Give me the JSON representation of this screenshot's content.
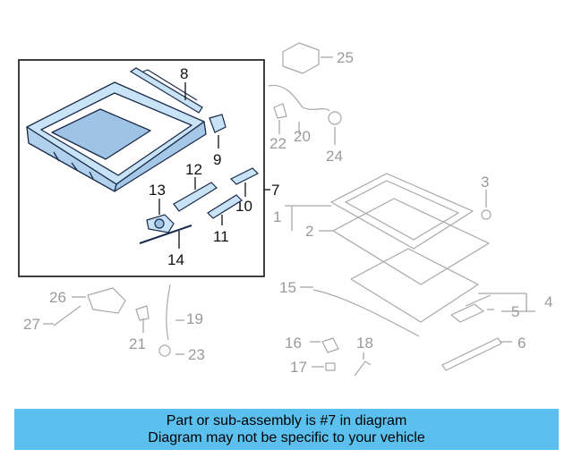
{
  "callouts": {
    "c1": "1",
    "c2": "2",
    "c3": "3",
    "c4": "4",
    "c5": "5",
    "c6": "6",
    "c7": "7",
    "c8": "8",
    "c9": "9",
    "c10": "10",
    "c11": "11",
    "c12": "12",
    "c13": "13",
    "c14": "14",
    "c15": "15",
    "c16": "16",
    "c17": "17",
    "c18": "18",
    "c19": "19",
    "c20": "20",
    "c21": "21",
    "c22": "22",
    "c23": "23",
    "c24": "24",
    "c25": "25",
    "c26": "26",
    "c27": "27"
  },
  "banner": {
    "line1": "Part or sub-assembly is #7 in diagram",
    "line2": "Diagram may not be specific to your vehicle"
  },
  "colors": {
    "highlight_fill": "#c9e3f6",
    "highlight_stroke": "#1a2a4a",
    "ghost_stroke": "#a8a8a8",
    "banner_bg": "#5bc0ee"
  }
}
